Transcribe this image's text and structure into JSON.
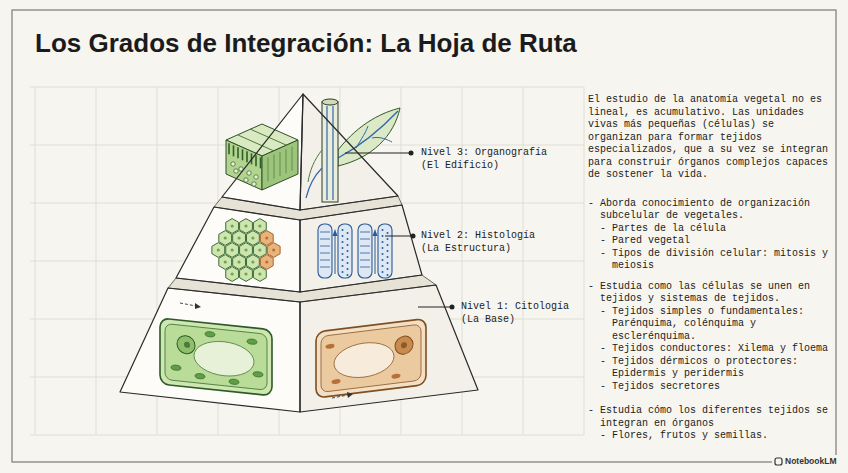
{
  "diagram": {
    "title": "Los Grados de Integración: La Hoja de Ruta",
    "nodes": [
      {
        "text": [
          "Nivel 3: Organografía (El Edificio)"
        ]
      },
      {
        "text": [
          "Nivel 2: Histología (La Estructura)"
        ]
      },
      {
        "text": [
          "Nivel 1: Citología (La Base)"
        ]
      }
    ],
    "labels": [
      "El estudio de la anatomía vegetal no es lineal, es acumulativo. Las unidades vivas más pequeñas (células) se organizan para formar tejidos especializados, que a su vez se integran para construir órganos complejos capaces de sostener la vida.",
      "- Aborda conocimiento de organización subcelular de vegetales.",
      "- Partes de la célula",
      "- Pared vegetal",
      "- Tipos de división celular: mitosis y meiosis",
      "- Estudia como las células se unen en tejidos y sistemas de tejidos.",
      "- Tejidos simples o fundamentales: Parénquima, colénquima y esclerénquima.",
      "- Tejidos conductores: Xilema y floema",
      "- Tejidos dérmicos o protectores: Epidermis y peridermis",
      "- Tejidos secretores",
      "- Estudia cómo los diferentes tejidos se integran en órganos",
      "- Flores, frutos y semillas.",
      "NotebookLM"
    ]
  }
}
